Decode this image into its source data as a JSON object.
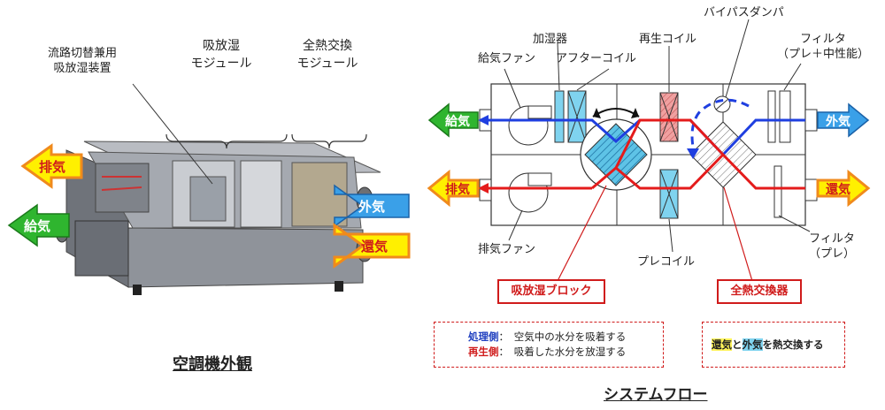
{
  "left_panel": {
    "caption": "空調機外観",
    "callouts": {
      "device": [
        "流路切替兼用",
        "吸放湿装置"
      ],
      "module_moist": [
        "吸放湿",
        "モジュール"
      ],
      "module_heat": [
        "全熱交換",
        "モジュール"
      ]
    },
    "arrows": {
      "exhaust": "排気",
      "supply": "給気",
      "outdoor": "外気",
      "return": "還気"
    }
  },
  "right_panel": {
    "caption": "システムフロー",
    "labels": {
      "supply_fan": "給気ファン",
      "humidifier": "加湿器",
      "after_coil": "アフターコイル",
      "regen_coil": "再生コイル",
      "bypass_damper": "バイパスダンパ",
      "filter_pre_mid": [
        "フィルタ",
        "（プレ＋中性能）"
      ],
      "exhaust_fan": "排気ファン",
      "pre_coil": "プレコイル",
      "filter_pre": [
        "フィルタ",
        "（プレ）"
      ]
    },
    "arrows": {
      "supply": "給気",
      "exhaust": "排気",
      "outdoor": "外気",
      "return": "還気"
    },
    "blocks": {
      "moist_block": "吸放湿ブロック",
      "heat_exchanger": "全熱交換器"
    },
    "notes": {
      "process_side_label": "処理側",
      "process_side_text": "：　空気中の水分を吸着する",
      "regen_side_label": "再生側",
      "regen_side_text": "：　吸着した水分を放湿する",
      "hx_return": "還気",
      "hx_and": "と",
      "hx_outdoor": "外気",
      "hx_text": "を熱交換する"
    }
  },
  "colors": {
    "green_arrow": "#2fb52f",
    "blue_arrow": "#3aa0e8",
    "yellow_arrow": "#fff000",
    "orange_outline": "#f08a1c",
    "supply_line": "#1f3fe0",
    "exhaust_line": "#e41b1b",
    "accent_red": "#d01b1b"
  }
}
